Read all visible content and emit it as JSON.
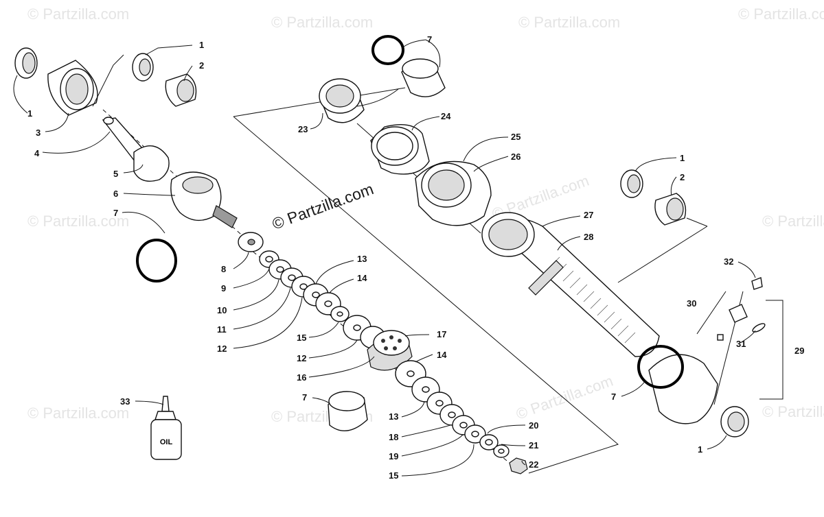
{
  "watermark": {
    "text": "© Partzilla.com"
  },
  "diagram": {
    "labels": [
      "1",
      "2",
      "1",
      "3",
      "4",
      "5",
      "6",
      "7",
      "8",
      "9",
      "10",
      "11",
      "12",
      "13",
      "14",
      "15",
      "12",
      "16",
      "17",
      "14",
      "7",
      "13",
      "18",
      "19",
      "15",
      "20",
      "21",
      "22",
      "23",
      "7",
      "24",
      "25",
      "26",
      "1",
      "2",
      "27",
      "28",
      "32",
      "30",
      "31",
      "29",
      "7",
      "1",
      "33"
    ],
    "bottle_text": "OIL"
  },
  "colors": {
    "line": "#111111",
    "watermark": "#e4e4e4"
  }
}
